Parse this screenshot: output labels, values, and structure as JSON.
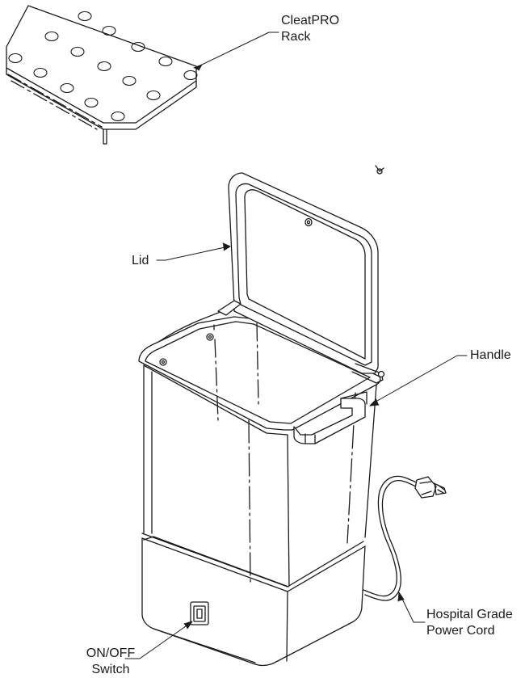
{
  "labels": {
    "rack": {
      "line1": "CleatPRO",
      "line2": "Rack"
    },
    "lid": {
      "text": "Lid"
    },
    "handle": {
      "text": "Handle"
    },
    "power_cord": {
      "line1": "Hospital Grade",
      "line2": "Power Cord"
    },
    "switch": {
      "line1": "ON/OFF",
      "line2": "Switch"
    }
  },
  "colors": {
    "line": "#1a1a1a",
    "background": "#ffffff"
  }
}
